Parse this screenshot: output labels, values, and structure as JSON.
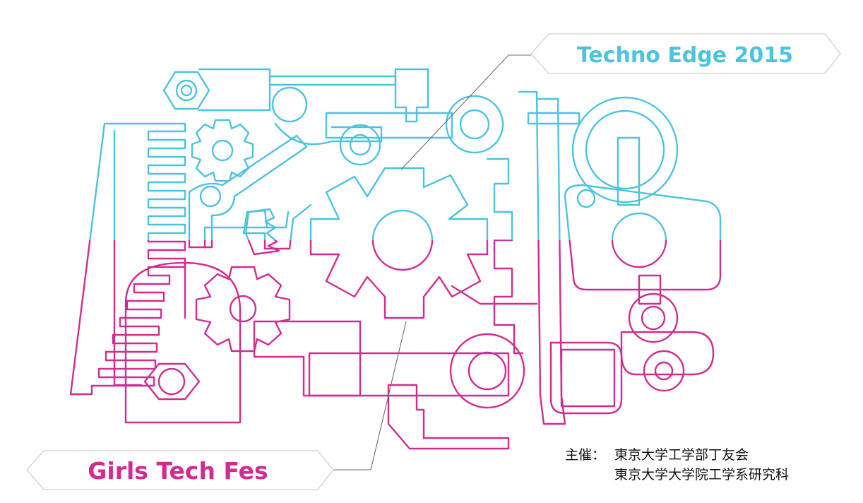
{
  "titles": {
    "top": "Techno Edge 2015",
    "bottom": "Girls Tech Fes"
  },
  "organizer": {
    "label": "主催：",
    "lines": [
      "東京大学工学部丁友会",
      "東京大学大学院工学系研究科"
    ]
  },
  "colors": {
    "cyan": "#4cc3df",
    "magenta": "#d12c8f",
    "leader": "#6d6d6d"
  }
}
